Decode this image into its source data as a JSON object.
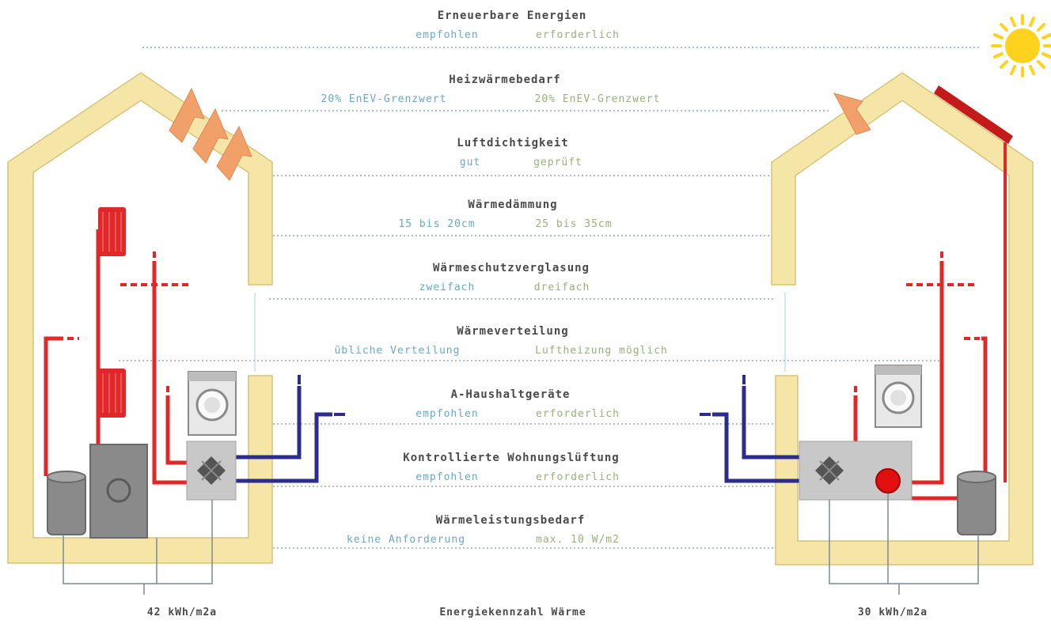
{
  "categories": [
    {
      "title": "Erneuerbare Energien",
      "left": "empfohlen",
      "right": "erforderlich"
    },
    {
      "title": "Heizwärmebedarf",
      "left": "20% EnEV-Grenzwert",
      "right": "20% EnEV-Grenzwert"
    },
    {
      "title": "Luftdichtigkeit",
      "left": "gut",
      "right": "geprüft"
    },
    {
      "title": "Wärmedämmung",
      "left": "15 bis 20cm",
      "right": "25 bis 35cm"
    },
    {
      "title": "Wärmeschutzverglasung",
      "left": "zweifach",
      "right": "dreifach"
    },
    {
      "title": "Wärmeverteilung",
      "left": "übliche Verteilung",
      "right": "Luftheizung möglich"
    },
    {
      "title": "A-Haushaltgeräte",
      "left": "empfohlen",
      "right": "erforderlich"
    },
    {
      "title": "Kontrollierte Wohnungslüftung",
      "left": "empfohlen",
      "right": "erforderlich"
    },
    {
      "title": "Wärmeleistungsbedarf",
      "left": "keine Anforderung",
      "right": "max. 10 W/m2"
    }
  ],
  "bottom": {
    "left_value": "42 kWh/m2a",
    "center_label": "Energiekennzahl Wärme",
    "right_value": "30 kWh/m2a"
  },
  "colors": {
    "wall": "#f5e6a8",
    "wall_stroke": "#d8c478",
    "heat": "#e02828",
    "cold": "#2c2c8c",
    "guide": "#9aa8b4",
    "sun": "#ffd21e",
    "arrow": "#f2a06a"
  },
  "icons": [
    "sun-icon",
    "washing-machine-icon",
    "heat-exchanger-icon",
    "pump-icon",
    "storage-tank-icon",
    "boiler-icon",
    "radiator-icon",
    "solar-collector-icon",
    "airflow-arrow-icon"
  ]
}
